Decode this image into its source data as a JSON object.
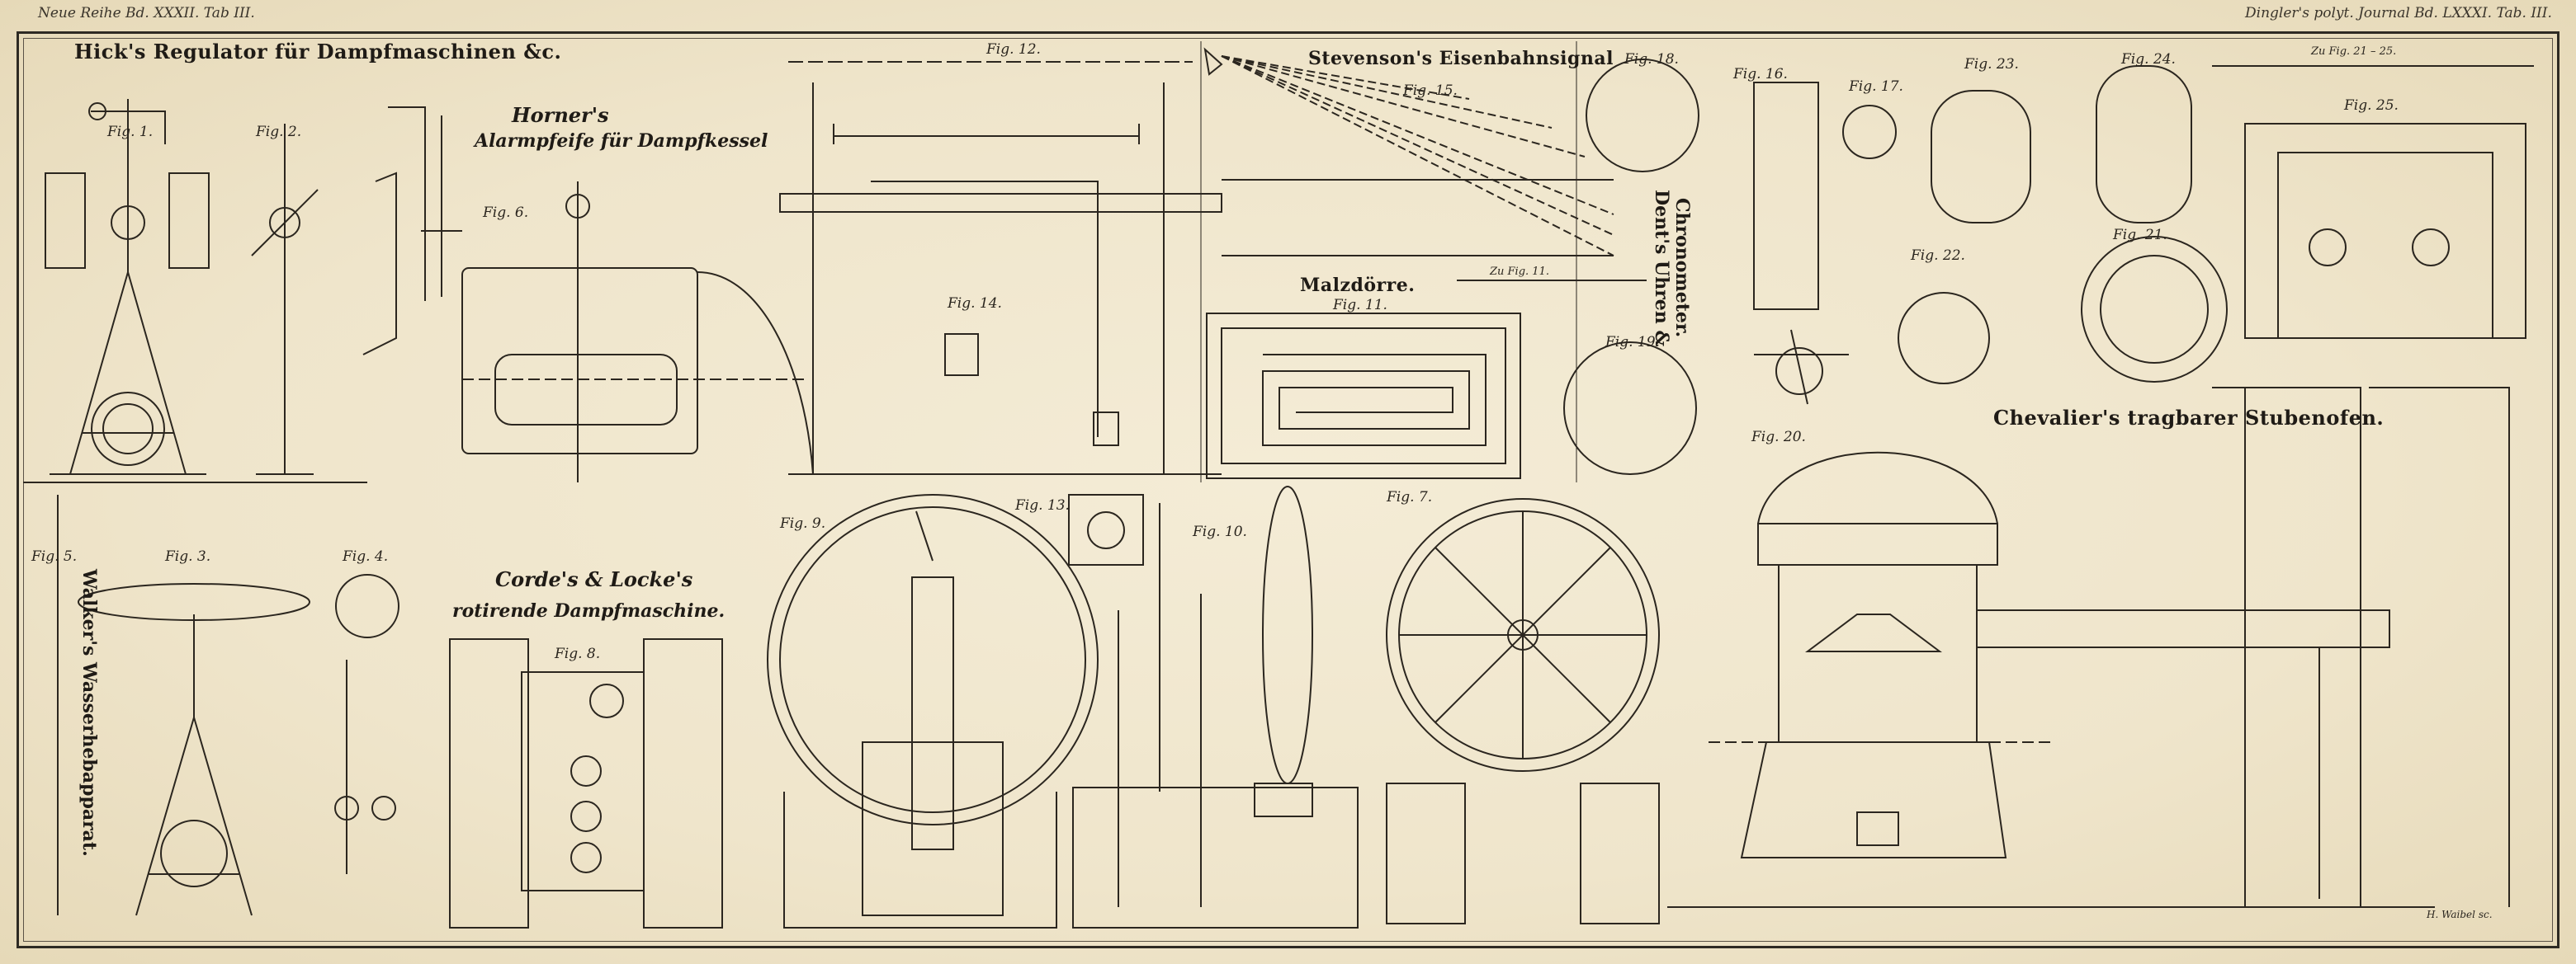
{
  "header": {
    "left": "Neue Reihe Bd. XXXII. Tab III.",
    "right": "Dingler's polyt. Journal Bd. LXXXI. Tab. III."
  },
  "titles": {
    "hick": "Hick's Regulator für Dampfmaschinen &c.",
    "horner_1": "Horner's",
    "horner_2": "Alarmpfeife für Dampfkessel",
    "stevenson": "Stevenson's Eisenbahnsignal",
    "malzdorre": "Malzdörre.",
    "dent_1": "Dent's Uhren &",
    "dent_2": "Chronometer.",
    "chevalier": "Chevalier's tragbarer Stubenofen.",
    "corde_1": "Corde's & Locke's",
    "corde_2": "rotirende Dampfmaschine.",
    "walker": "Walker's Wasserhebapparat."
  },
  "figures": {
    "f1": "Fig. 1.",
    "f2": "Fig. 2.",
    "f3": "Fig. 3.",
    "f4": "Fig. 4.",
    "f5": "Fig. 5.",
    "f6": "Fig. 6.",
    "f7": "Fig. 7.",
    "f8": "Fig. 8.",
    "f9": "Fig. 9.",
    "f10": "Fig. 10.",
    "f11": "Fig. 11.",
    "f12": "Fig. 12.",
    "f13": "Fig. 13.",
    "f14": "Fig. 14.",
    "f15": "Fig. 15.",
    "f16": "Fig. 16.",
    "f17": "Fig. 17.",
    "f18": "Fig. 18.",
    "f19": "Fig. 19.",
    "f20": "Fig. 20.",
    "f21": "Fig. 21.",
    "f22": "Fig. 22.",
    "f23": "Fig. 23.",
    "f24": "Fig. 24.",
    "f25": "Fig. 25."
  },
  "scale_note": "Zu Fig. 21 – 25.",
  "scale_note_11": "Zu Fig. 11.",
  "engraver": "H. Waibel sc."
}
